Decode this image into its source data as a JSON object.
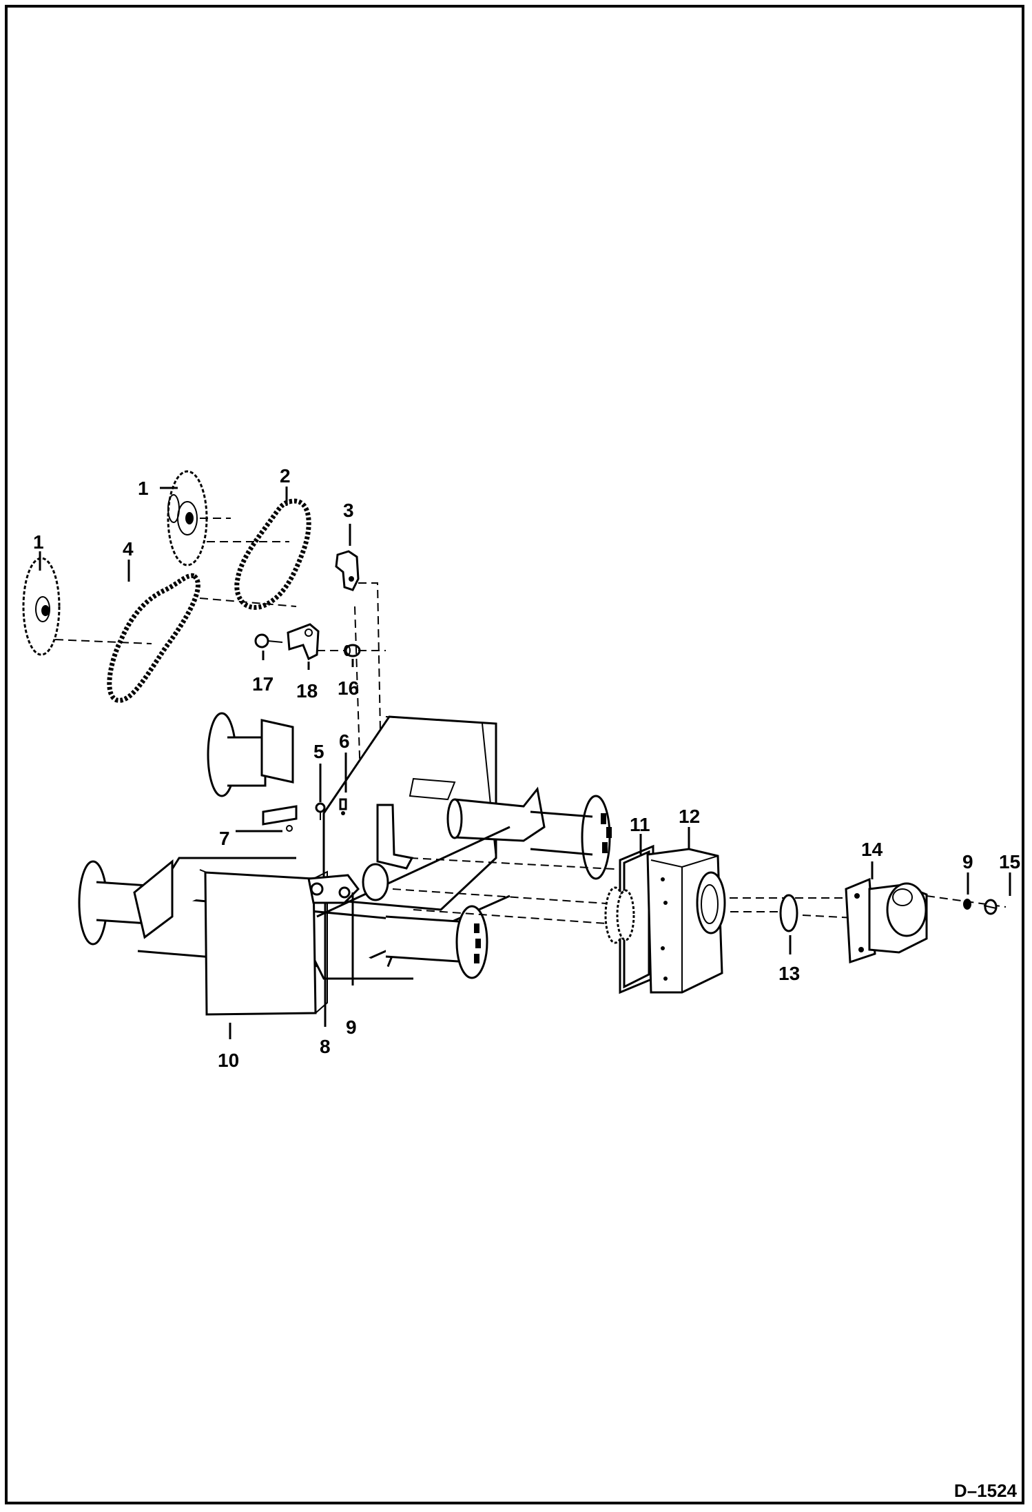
{
  "figure_id": "D–1524",
  "callouts": {
    "c1a": "1",
    "c1b": "1",
    "c2": "2",
    "c3": "3",
    "c4": "4",
    "c5": "5",
    "c6": "6",
    "c7": "7",
    "c8": "8",
    "c9a": "9",
    "c9b": "9",
    "c10": "10",
    "c11": "11",
    "c12": "12",
    "c13": "13",
    "c14": "14",
    "c15": "15",
    "c16": "16",
    "c17": "17",
    "c18": "18"
  },
  "colors": {
    "line": "#000000",
    "background": "#ffffff"
  }
}
